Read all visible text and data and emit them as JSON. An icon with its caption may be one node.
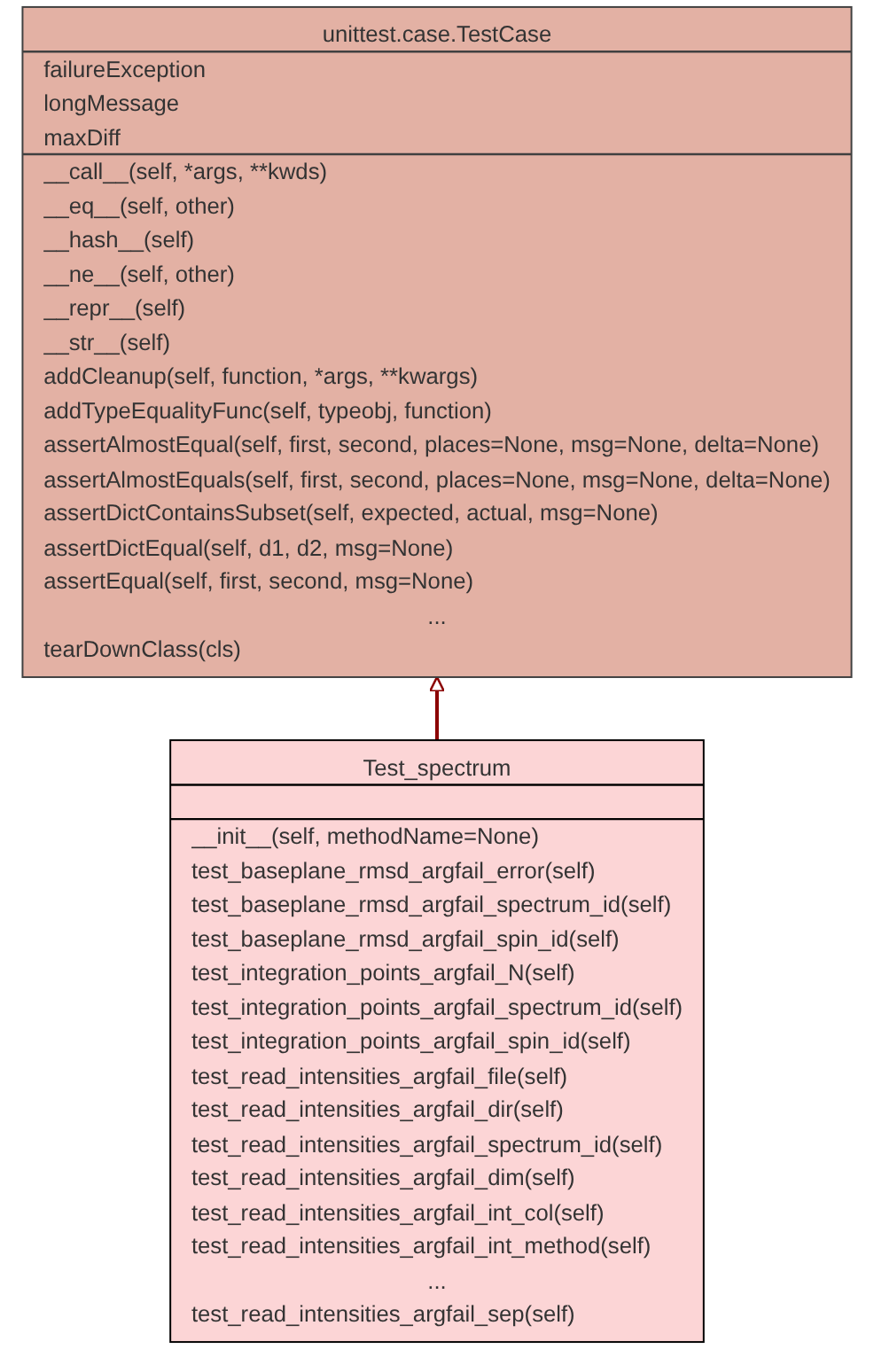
{
  "diagram": {
    "nodes": [
      {
        "text": [
          "unittest.case.TestCase",
          "failureException",
          "longMessage",
          "maxDiff",
          "__call__(self, *args, **kwds)",
          "__eq__(self, other)",
          "__hash__(self)",
          "__ne__(self, other)",
          "__repr__(self)",
          "__str__(self)",
          "addCleanup(self, function, *args, **kwargs)",
          "addTypeEqualityFunc(self, typeobj, function)",
          "assertAlmostEqual(self, first, second, places=None, msg=None, delta=None)",
          "assertAlmostEquals(self, first, second, places=None, msg=None, delta=None)",
          "assertDictContainsSubset(self, expected, actual, msg=None)",
          "assertDictEqual(self, d1, d2, msg=None)",
          "assertEqual(self, first, second, msg=None)",
          "...",
          "tearDownClass(cls)"
        ]
      },
      {
        "text": [
          "Test_spectrum",
          "__init__(self, methodName=None)",
          "test_baseplane_rmsd_argfail_error(self)",
          "test_baseplane_rmsd_argfail_spectrum_id(self)",
          "test_baseplane_rmsd_argfail_spin_id(self)",
          "test_integration_points_argfail_N(self)",
          "test_integration_points_argfail_spectrum_id(self)",
          "test_integration_points_argfail_spin_id(self)",
          "test_read_intensities_argfail_file(self)",
          "test_read_intensities_argfail_dir(self)",
          "test_read_intensities_argfail_spectrum_id(self)",
          "test_read_intensities_argfail_dim(self)",
          "test_read_intensities_argfail_int_col(self)",
          "test_read_intensities_argfail_int_method(self)",
          "...",
          "test_read_intensities_argfail_sep(self)"
        ]
      }
    ],
    "edges": [
      {
        "from": 1,
        "to": 0,
        "arrow": "to",
        "color": "#8b0000"
      }
    ]
  }
}
